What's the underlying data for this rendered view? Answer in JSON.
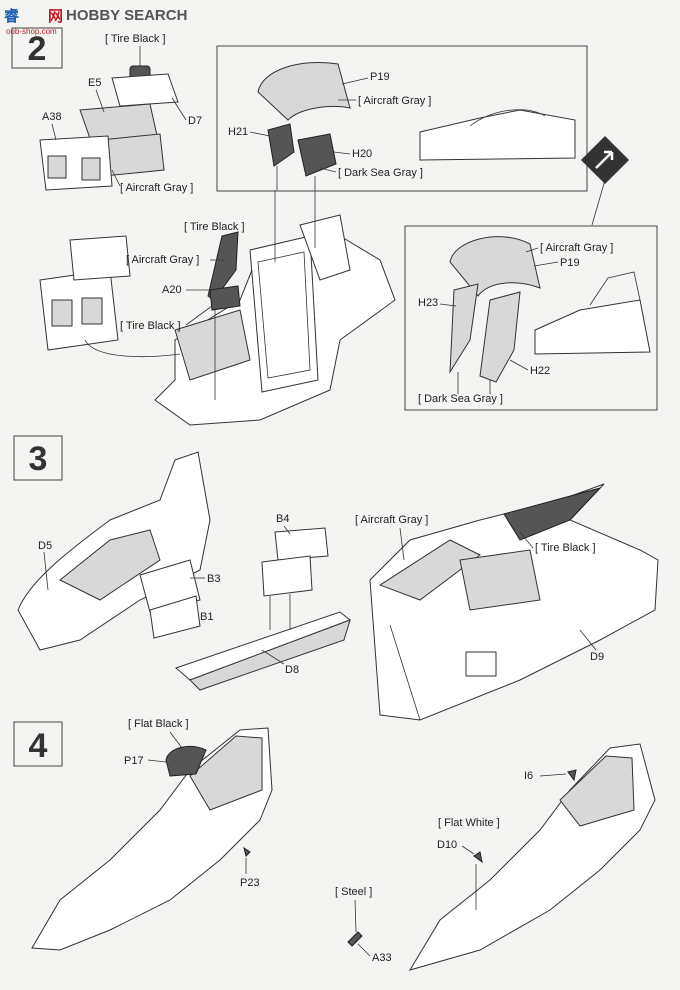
{
  "watermark": {
    "chinese": "睿",
    "suffix_chinese": "网",
    "brand": "HOBBY SEARCH",
    "url": "oob-shop.com"
  },
  "steps": [
    {
      "number": "2",
      "labels": {
        "tire_black_top": "[ Tire Black ]",
        "e5": "E5",
        "a38": "A38",
        "d7": "D7",
        "aircraft_gray_left": "[ Aircraft Gray ]",
        "tire_black_mid": "[ Tire Black ]",
        "aircraft_gray_mid": "[ Aircraft Gray ]",
        "a20": "A20",
        "tire_black_low": "[ Tire Black ]"
      },
      "inset_upper": {
        "p19": "P19",
        "aircraft_gray": "[ Aircraft Gray ]",
        "h21": "H21",
        "h20": "H20",
        "dark_sea_gray": "[ Dark Sea Gray ]"
      },
      "inset_lower": {
        "aircraft_gray": "[ Aircraft Gray ]",
        "p19": "P19",
        "h23": "H23",
        "h22": "H22",
        "dark_sea_gray": "[ Dark Sea Gray ]"
      }
    },
    {
      "number": "3",
      "labels": {
        "d5": "D5",
        "b3": "B3",
        "b1": "B1",
        "b4": "B4",
        "d8": "D8",
        "aircraft_gray": "[ Aircraft Gray ]",
        "tire_black": "[ Tire Black ]",
        "d9": "D9"
      }
    },
    {
      "number": "4",
      "labels": {
        "flat_black": "[ Flat Black ]",
        "p17": "P17",
        "p23": "P23",
        "i6": "I6",
        "flat_white": "[ Flat White ]",
        "d10": "D10",
        "steel": "[ Steel ]",
        "a33": "A33"
      }
    }
  ]
}
